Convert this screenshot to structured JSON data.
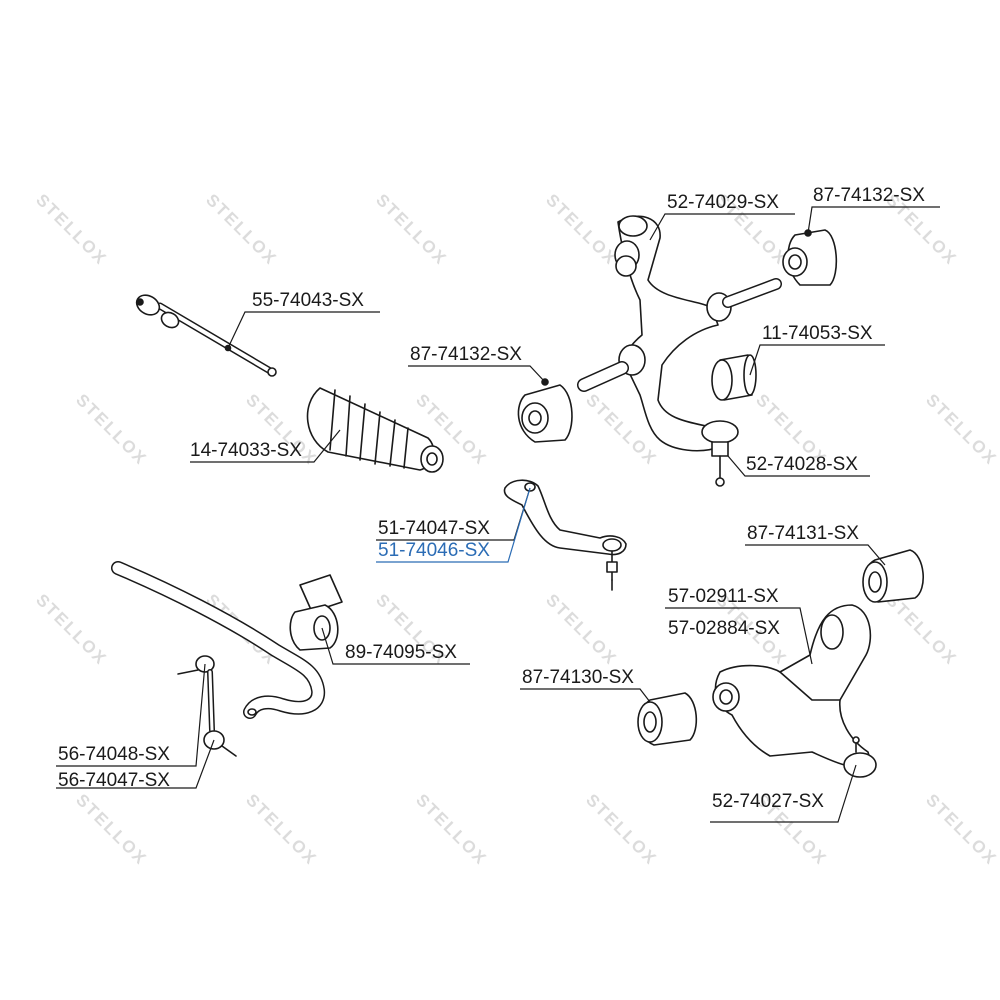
{
  "watermark": {
    "brand": "STELLOX"
  },
  "labels": {
    "p55_74043": "55-74043-SX",
    "p14_74033": "14-74033-SX",
    "p87_74132_mid": "87-74132-SX",
    "p52_74029": "52-74029-SX",
    "p87_74132_top": "87-74132-SX",
    "p11_74053": "11-74053-SX",
    "p52_74028": "52-74028-SX",
    "p51_74047": "51-74047-SX",
    "p51_74046": "51-74046-SX",
    "p87_74131": "87-74131-SX",
    "p57_02911": "57-02911-SX",
    "p57_02884": "57-02884-SX",
    "p89_74095": "89-74095-SX",
    "p87_74130": "87-74130-SX",
    "p56_74048": "56-74048-SX",
    "p56_74047": "56-74047-SX",
    "p52_74027": "52-74027-SX"
  },
  "colors": {
    "line": "#1a1a1a",
    "highlight": "#2b6cb5",
    "watermark": "#dcdcdc"
  }
}
